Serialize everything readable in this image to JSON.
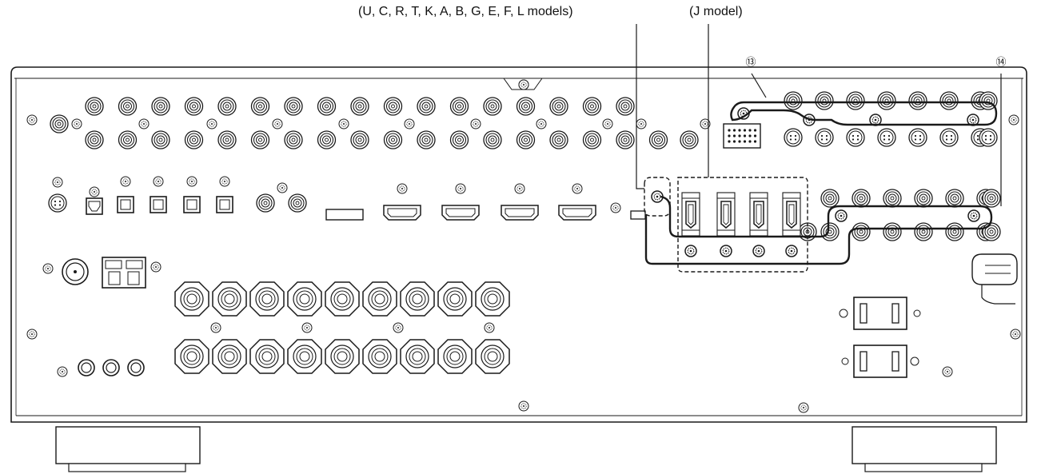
{
  "labels": {
    "models_hdmi_upper": "(U, C, R, T, K, A, B, G, E, F, L models)",
    "model_j": "(J model)"
  },
  "callouts": {
    "c13": "⑬",
    "c14": "⑭"
  },
  "icons": {
    "screw": "screw-icon",
    "rca_jack": "rca-jack-icon",
    "hdmi_port": "hdmi-port-icon",
    "optical_port": "optical-port-icon",
    "speaker_terminal": "speaker-terminal-icon",
    "ac_outlet": "ac-outlet-icon"
  },
  "colors": {
    "line": "#1a1a1a",
    "panel_fill": "#ffffff",
    "panel_edge": "#222222"
  }
}
